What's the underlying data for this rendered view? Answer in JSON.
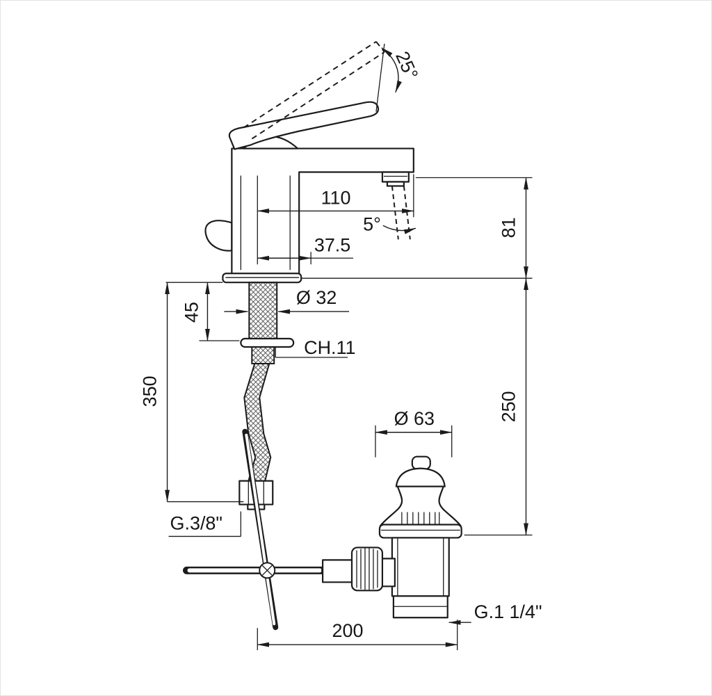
{
  "page": {
    "background": "#ffffff",
    "line_color": "#1c1c1c",
    "border_color": "#e4e4e4"
  },
  "dimensions": {
    "handle_swing_angle": "25°",
    "spout_reach": "110",
    "stream_angle": "5°",
    "height_above_deck": "81",
    "spout_center_offset": "37.5",
    "shank_diameter": "Ø 32",
    "deck_thickness": "45",
    "wrench_size": "CH.11",
    "hose_length": "350",
    "installation_depth": "250",
    "waste_diameter": "Ø 63",
    "supply_thread": "G.3/8\"",
    "waste_thread": "G.1 1/4\"",
    "drain_offset": "200"
  }
}
